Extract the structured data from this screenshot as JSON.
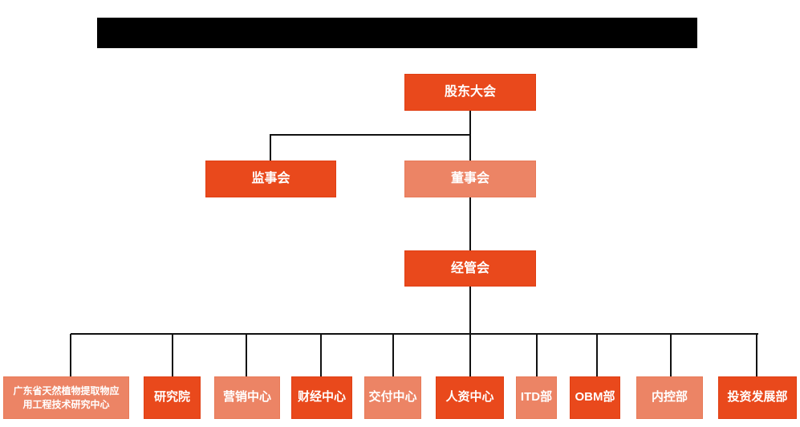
{
  "title_bar": {
    "text": ""
  },
  "colors": {
    "title_bar_bg": "#000000",
    "node_primary_orange": "#e9491c",
    "node_secondary_orange": "#ec8465",
    "node_text": "#ffffff",
    "connector_line": "#111111",
    "page_background": "#ffffff"
  },
  "org_chart": {
    "type": "organization-tree",
    "nodes": [
      {
        "id": "shareholders-meeting",
        "label": "股东大会",
        "level": 1,
        "tone": "dark"
      },
      {
        "id": "supervisory-board",
        "label": "监事会",
        "level": 2,
        "tone": "dark"
      },
      {
        "id": "board-of-directors",
        "label": "董事会",
        "level": 2,
        "tone": "light"
      },
      {
        "id": "management-committee",
        "label": "经管会",
        "level": 3,
        "tone": "dark"
      },
      {
        "id": "guangdong-research-center",
        "label": "广东省天然植物提取物应用工程技术研究中心",
        "level": 4,
        "tone": "light"
      },
      {
        "id": "research-institute",
        "label": "研究院",
        "level": 4,
        "tone": "dark"
      },
      {
        "id": "marketing-center",
        "label": "营销中心",
        "level": 4,
        "tone": "light"
      },
      {
        "id": "finance-center",
        "label": "财经中心",
        "level": 4,
        "tone": "dark"
      },
      {
        "id": "delivery-center",
        "label": "交付中心",
        "level": 4,
        "tone": "light"
      },
      {
        "id": "hr-center",
        "label": "人资中心",
        "level": 4,
        "tone": "dark"
      },
      {
        "id": "itd-dept",
        "label": "ITD部",
        "level": 4,
        "tone": "light"
      },
      {
        "id": "obm-dept",
        "label": "OBM部",
        "level": 4,
        "tone": "dark"
      },
      {
        "id": "internal-control-dept",
        "label": "内控部",
        "level": 4,
        "tone": "light"
      },
      {
        "id": "investment-dev-dept",
        "label": "投资发展部",
        "level": 4,
        "tone": "dark"
      }
    ],
    "edges": [
      [
        "shareholders-meeting",
        "supervisory-board"
      ],
      [
        "shareholders-meeting",
        "board-of-directors"
      ],
      [
        "board-of-directors",
        "management-committee"
      ],
      [
        "management-committee",
        "guangdong-research-center"
      ],
      [
        "management-committee",
        "research-institute"
      ],
      [
        "management-committee",
        "marketing-center"
      ],
      [
        "management-committee",
        "finance-center"
      ],
      [
        "management-committee",
        "delivery-center"
      ],
      [
        "management-committee",
        "hr-center"
      ],
      [
        "management-committee",
        "itd-dept"
      ],
      [
        "management-committee",
        "obm-dept"
      ],
      [
        "management-committee",
        "internal-control-dept"
      ],
      [
        "management-committee",
        "investment-dev-dept"
      ]
    ]
  }
}
